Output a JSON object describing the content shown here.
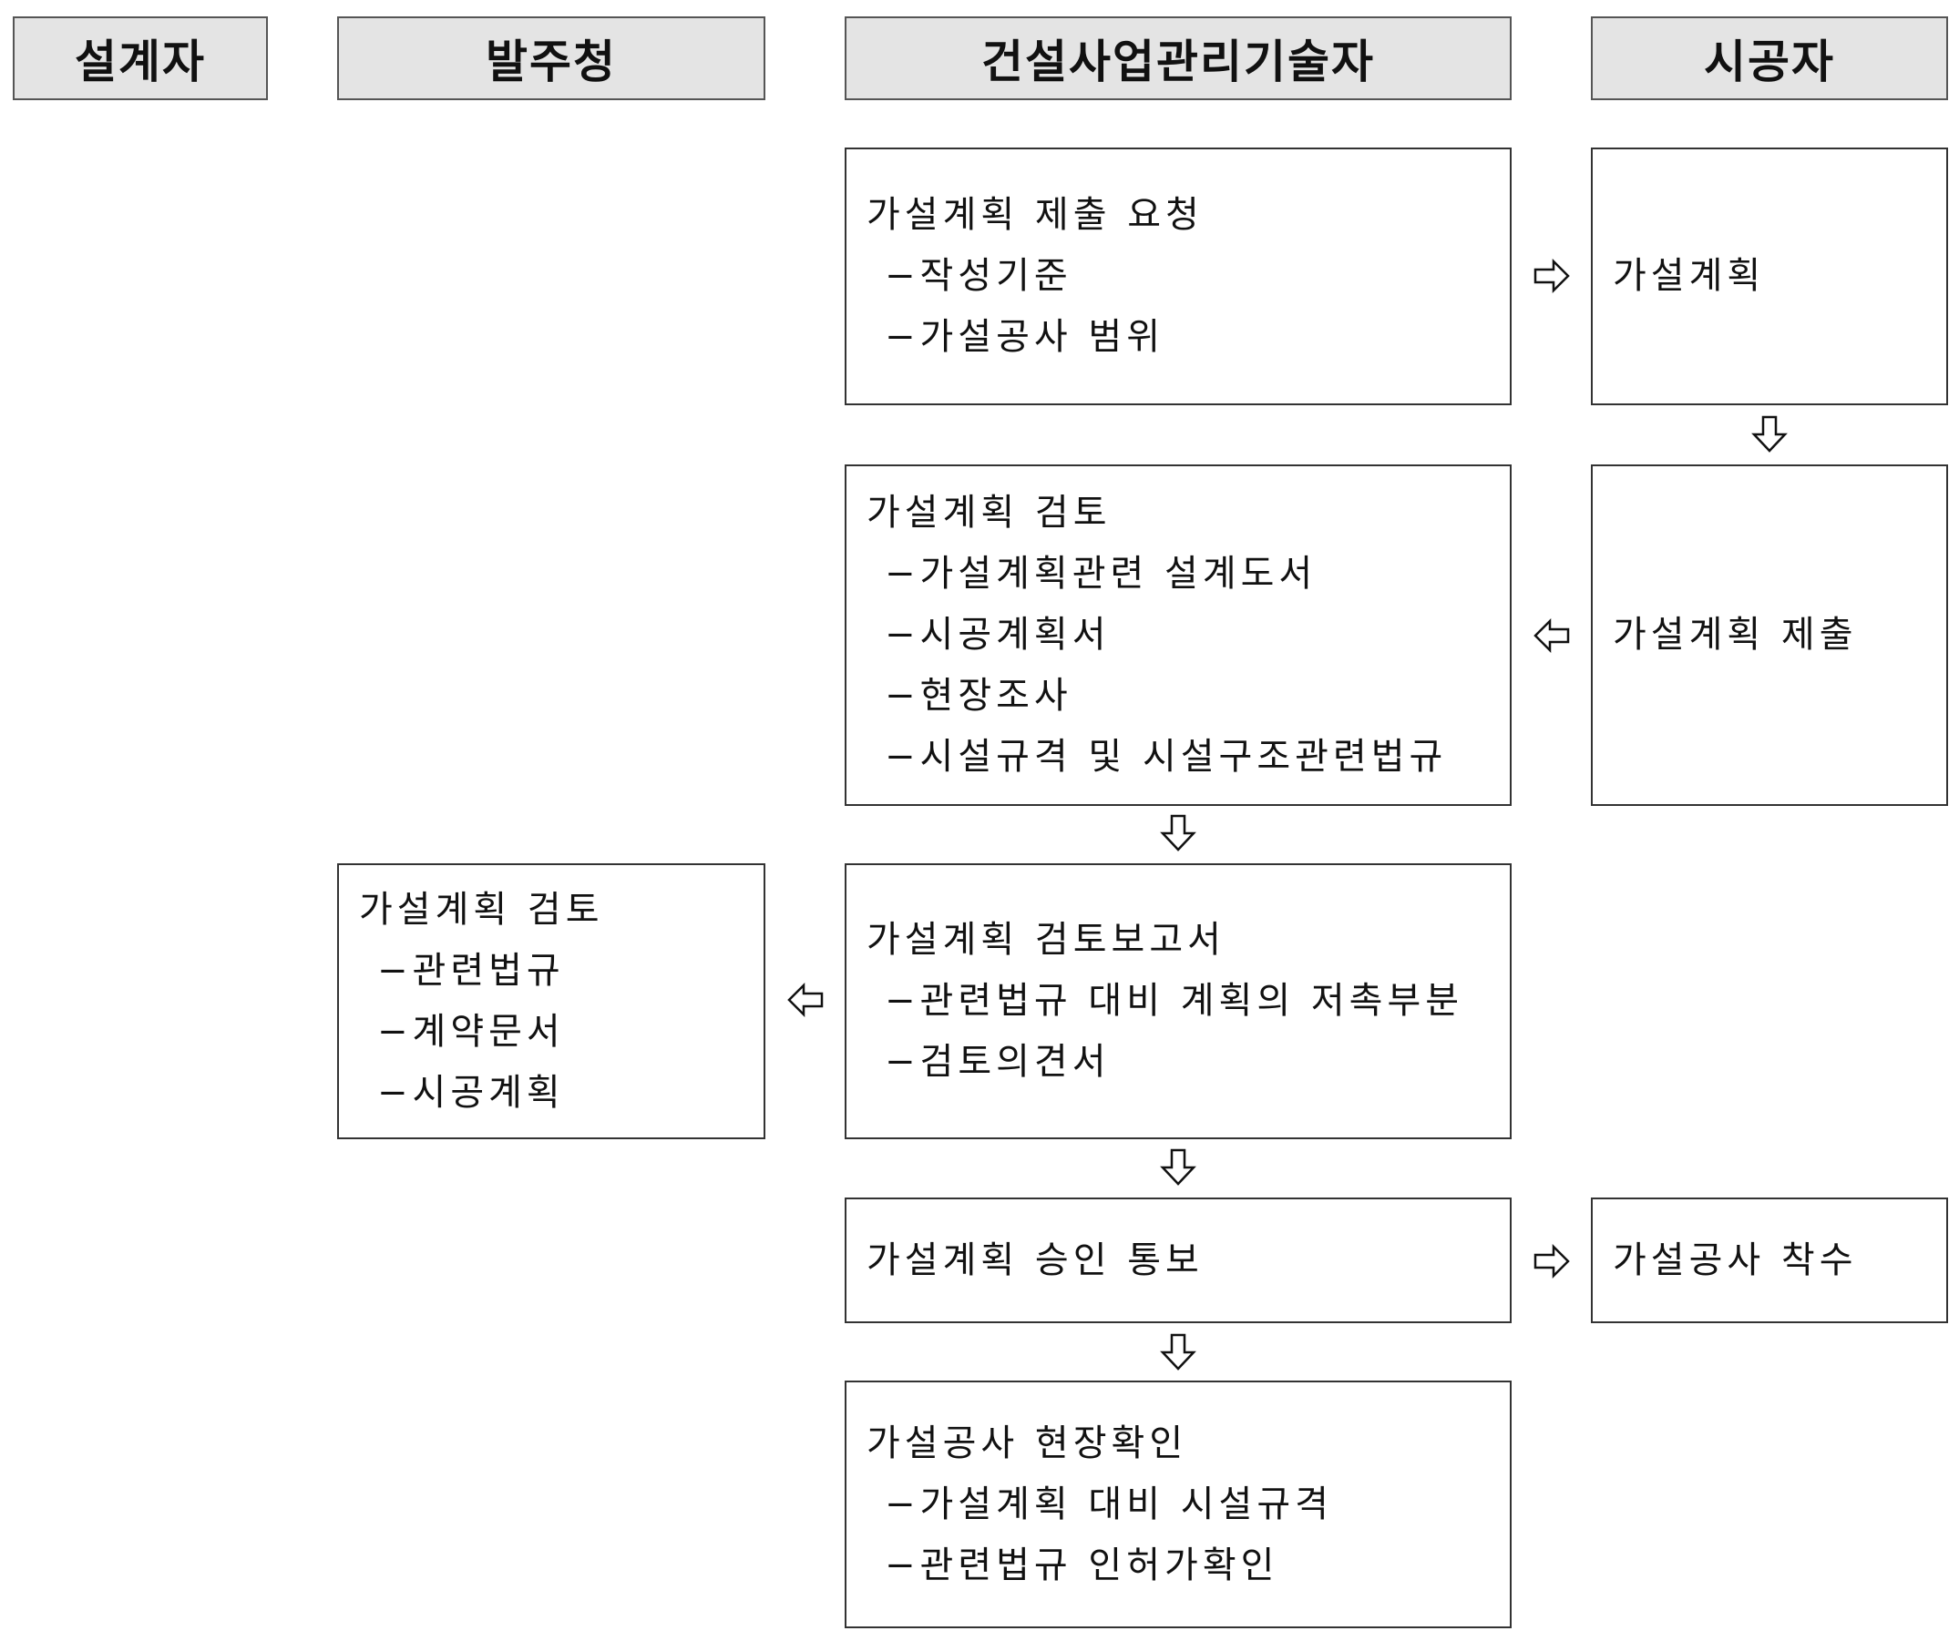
{
  "headers": {
    "designer": "설계자",
    "owner": "발주청",
    "cm": "건설사업관리기술자",
    "contractor": "시공자"
  },
  "steps": {
    "request": {
      "title": "가설계획 제출 요청",
      "items": [
        "−작성기준",
        "−가설공사 범위"
      ]
    },
    "contractor_plan": {
      "title": "가설계획"
    },
    "cm_review": {
      "title": "가설계획 검토",
      "items": [
        "−가설계획관련 설계도서",
        "−시공계획서",
        "−현장조사",
        "−시설규격 및 시설구조관련법규"
      ]
    },
    "contractor_submit": {
      "title": "가설계획 제출"
    },
    "owner_review": {
      "title": "가설계획 검토",
      "items": [
        "−관련법규",
        "−계약문서",
        "−시공계획"
      ]
    },
    "review_report": {
      "title": "가설계획 검토보고서",
      "items": [
        "−관련법규 대비 계획의 저촉부분",
        "−검토의견서"
      ]
    },
    "approval": {
      "title": "가설계획 승인 통보"
    },
    "start_work": {
      "title": "가설공사 착수"
    },
    "site_check": {
      "title": "가설공사 현장확인",
      "items": [
        "−가설계획 대비 시설규격",
        "−관련법규 인허가확인"
      ]
    }
  },
  "arrow_glyphs": {
    "right": "hollow-right-arrow",
    "left": "hollow-left-arrow",
    "down": "hollow-down-arrow"
  }
}
